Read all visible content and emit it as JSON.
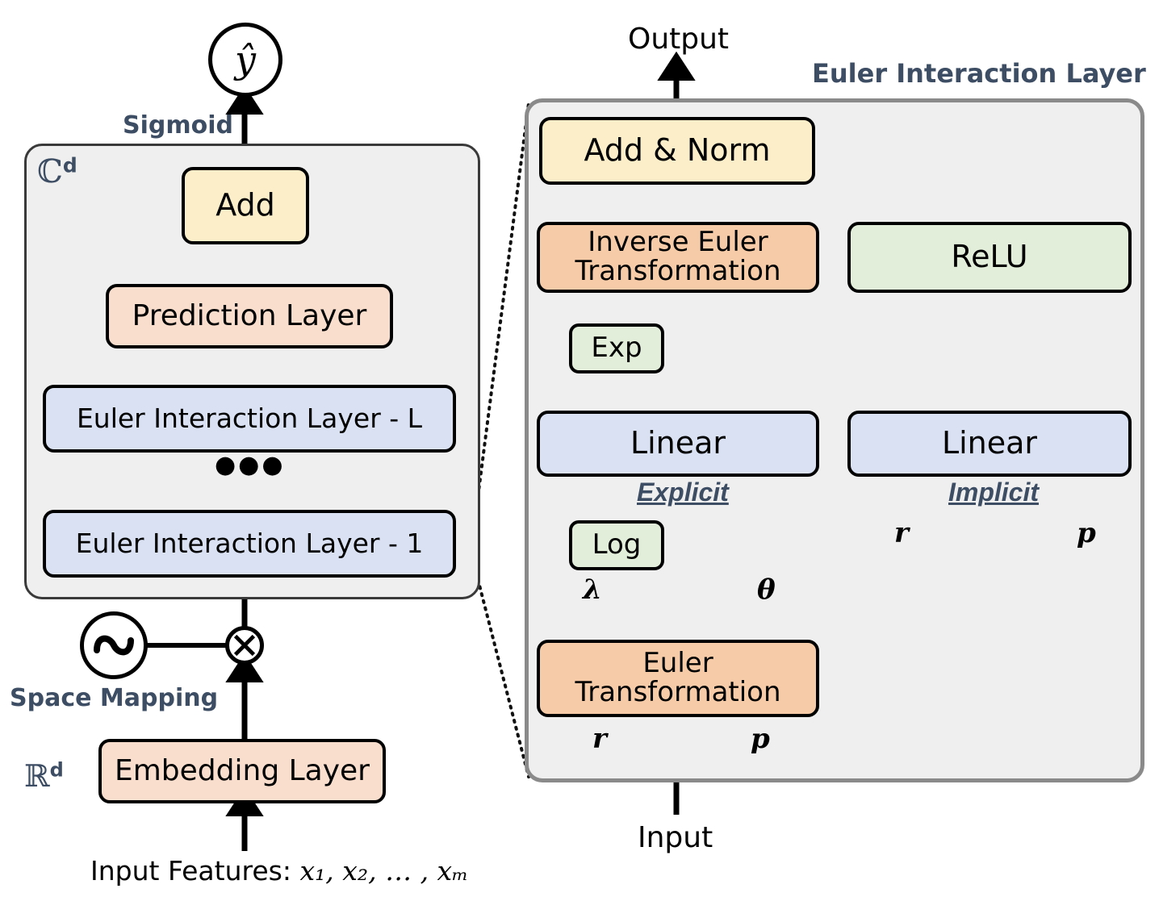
{
  "left_panel": {
    "space_label_complex": "ℂ",
    "space_label_complex_sup": "d",
    "space_label_real": "ℝ",
    "space_label_real_sup": "d",
    "output_symbol": "ŷ",
    "sigmoid_label": "Sigmoid",
    "space_mapping_label": "Space Mapping",
    "input_features_label": "Input Features:",
    "input_features_vars": "x₁, x₂, … , xₘ",
    "ellipsis": "●●●",
    "boxes": {
      "add": "Add",
      "prediction_layer": "Prediction Layer",
      "euler_layer_L": "Euler Interaction Layer - L",
      "euler_layer_1": "Euler Interaction Layer - 1",
      "embedding_layer": "Embedding Layer"
    },
    "multiply_icon": "⊗",
    "sine_icon": "sine-wave"
  },
  "right_panel": {
    "title": "Euler Interaction Layer",
    "output_label": "Output",
    "input_label": "Input",
    "boxes": {
      "add_norm": "Add & Norm",
      "inverse_euler_transformation": "Inverse Euler\nTransformation",
      "relu": "ReLU",
      "exp": "Exp",
      "linear_left": "Linear",
      "linear_right": "Linear",
      "log": "Log",
      "euler_transformation": "Euler\nTransformation"
    },
    "branch_labels": {
      "explicit": "Explicit",
      "implicit": "Implicit"
    },
    "symbols": {
      "lambda": "λ",
      "theta": "θ",
      "r_implicit": "r",
      "p_implicit": "p",
      "r_euler": "r",
      "p_euler": "p"
    }
  },
  "colors": {
    "yellow": "#fbeec9",
    "orange": "#f6cba8",
    "pink": "#f9ddcd",
    "blue": "#d9e1f3",
    "green": "#e2eeda",
    "panel_bg": "#efefef",
    "navy_text": "#3d4d63",
    "stroke": "#000000"
  }
}
